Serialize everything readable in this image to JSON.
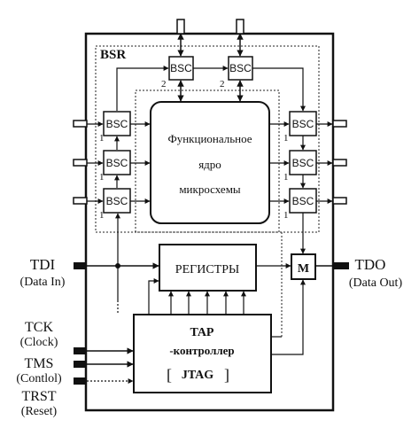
{
  "diagram": {
    "chip_label": "BSR",
    "core_lines": [
      "Функциональное",
      "ядро",
      "микросхемы"
    ],
    "registers_label": "РЕГИСТРЫ",
    "mux_label": "M",
    "tap_lines": [
      "TAP",
      "-контроллер"
    ],
    "tap_jtag": "JTAG",
    "cell_label": "BSC",
    "cell_numbers": {
      "one": "1",
      "two": "2"
    },
    "signals": {
      "tdi": "TDI",
      "tdi_sub": "(Data In)",
      "tdo": "TDO",
      "tdo_sub": "(Data Out)",
      "tck": "TCK",
      "tck_sub": "(Clock)",
      "tms": "TMS",
      "tms_sub": "(Contlol)",
      "trst": "TRST",
      "trst_sub": "(Reset)"
    }
  }
}
